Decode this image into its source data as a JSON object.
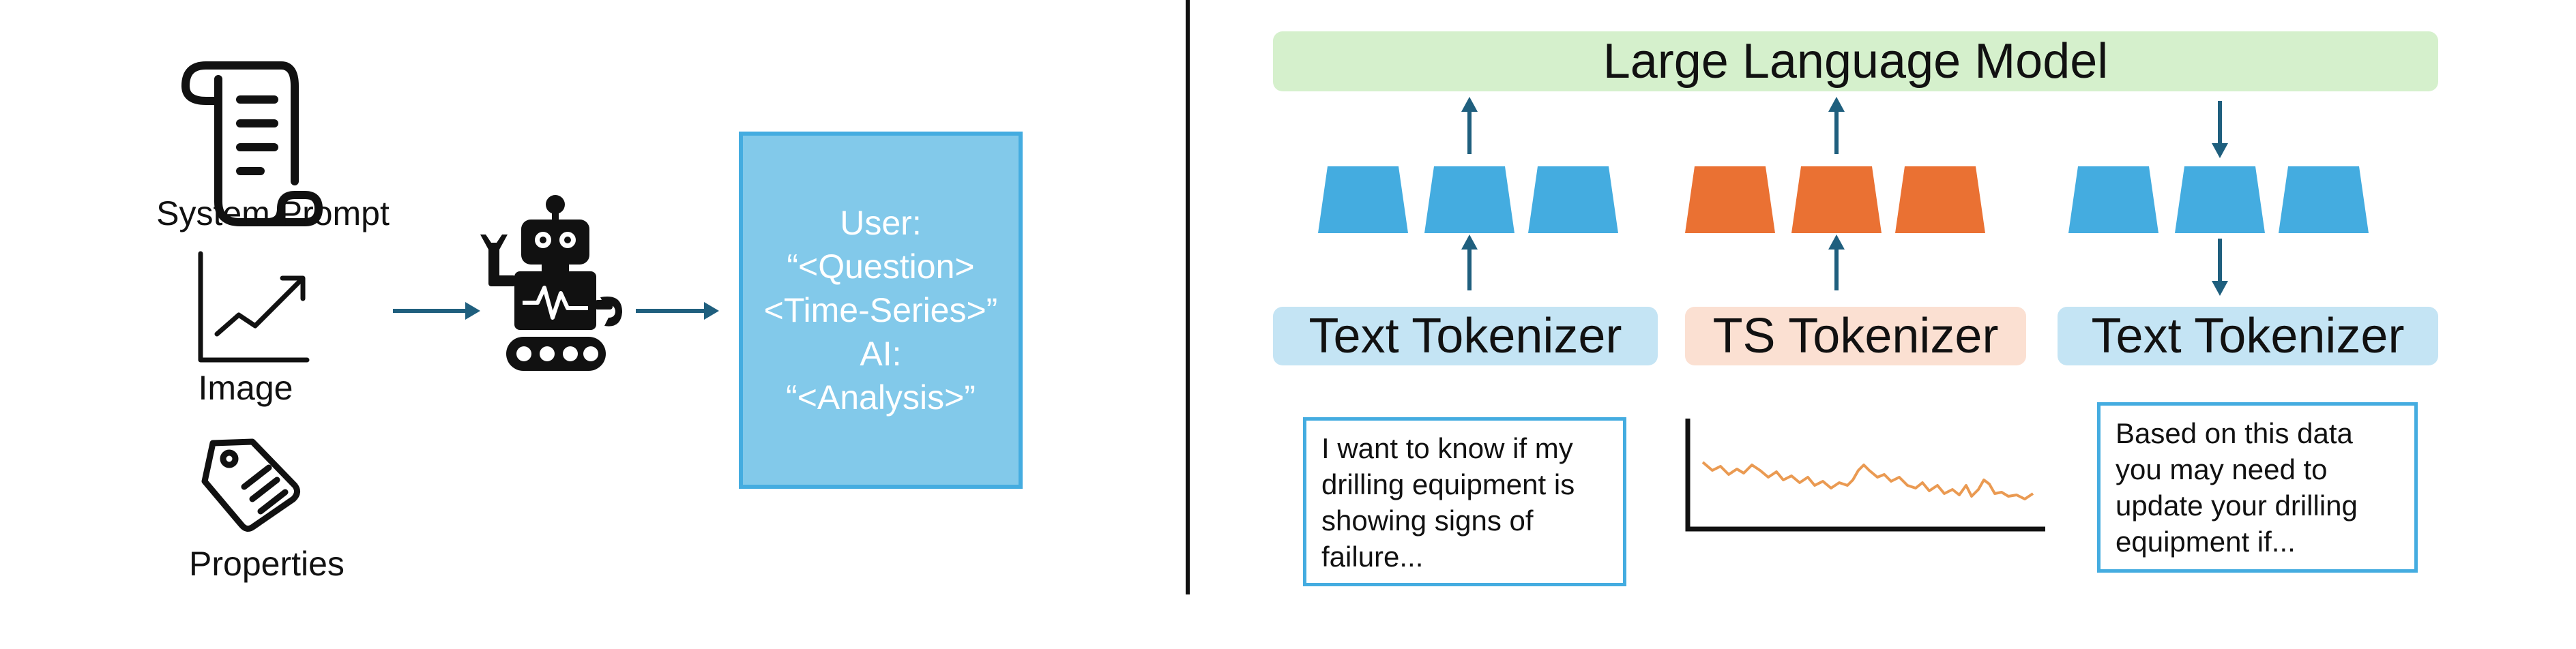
{
  "left": {
    "inputs": [
      {
        "label": "System Prompt",
        "icon": "scroll-icon"
      },
      {
        "label": "Image",
        "icon": "line-chart-icon"
      },
      {
        "label": "Properties",
        "icon": "tag-icon"
      }
    ],
    "agent_icon": "robot-icon",
    "chat": {
      "line1": "User:",
      "line2": "“<Question>",
      "line3": "<Time-Series>”",
      "line4": "AI:",
      "line5": "“<Analysis>”"
    }
  },
  "right": {
    "llm_label": "Large Language Model",
    "tokenizers": [
      {
        "label": "Text Tokenizer",
        "color": "#44ace0"
      },
      {
        "label": "TS Tokenizer",
        "color": "#ea7133"
      },
      {
        "label": "Text Tokenizer",
        "color": "#44ace0"
      }
    ],
    "input_text": "I want to know if my drilling equipment is showing signs of failure...",
    "output_text": "Based on this data you may need to update your drilling equipment if..."
  },
  "colors": {
    "arrow": "#1f5f7e",
    "blue": "#44ace0",
    "orange": "#ea7133",
    "llm_bg": "#d5f0cc"
  }
}
